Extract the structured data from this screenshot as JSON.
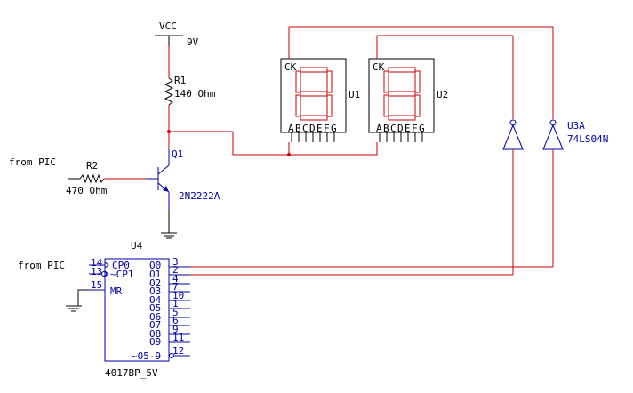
{
  "power": {
    "label": "VCC",
    "voltage": "9V"
  },
  "r1": {
    "ref": "R1",
    "value": "140 Ohm"
  },
  "r2": {
    "ref": "R2",
    "value": "470 Ohm"
  },
  "q1": {
    "ref": "Q1",
    "part": "2N2222A"
  },
  "inputs": {
    "from_pic_top": "from PIC",
    "from_pic_bottom": "from PIC"
  },
  "display_u1": {
    "ref": "U1",
    "clock": "CK",
    "pins": [
      "A",
      "B",
      "C",
      "D",
      "E",
      "F",
      "G"
    ]
  },
  "display_u2": {
    "ref": "U2",
    "clock": "CK",
    "pins": [
      "A",
      "B",
      "C",
      "D",
      "E",
      "F",
      "G"
    ]
  },
  "inverter": {
    "ref": "U3A",
    "part": "74LS04N"
  },
  "counter": {
    "ref": "U4",
    "part": "4017BP_5V",
    "inputs": [
      {
        "name": "CP0",
        "pin": "14"
      },
      {
        "name": "~CP1",
        "pin": "13"
      },
      {
        "name": "MR",
        "pin": "15"
      }
    ],
    "outputs": [
      {
        "name": "O0",
        "pin": "3"
      },
      {
        "name": "O1",
        "pin": "2"
      },
      {
        "name": "O2",
        "pin": "4"
      },
      {
        "name": "O3",
        "pin": "7"
      },
      {
        "name": "O4",
        "pin": "10"
      },
      {
        "name": "O5",
        "pin": "1"
      },
      {
        "name": "O6",
        "pin": "5"
      },
      {
        "name": "O7",
        "pin": "6"
      },
      {
        "name": "O8",
        "pin": "9"
      },
      {
        "name": "O9",
        "pin": "11"
      }
    ],
    "carry": {
      "name": "~O5-9",
      "pin": "12"
    }
  }
}
